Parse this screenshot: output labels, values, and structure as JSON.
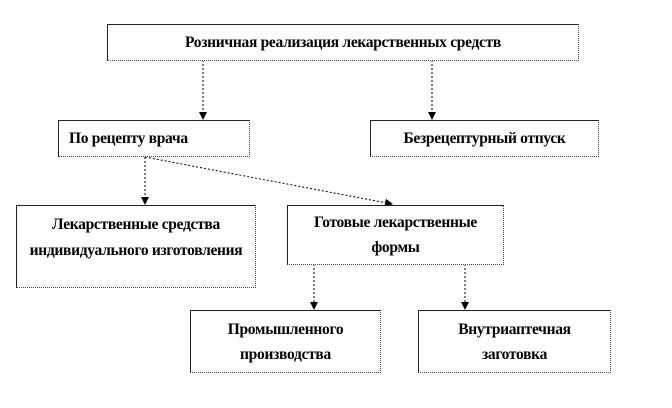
{
  "nodes": {
    "root": "Розничная реализация лекарственных средств",
    "prescription": "По рецепту врача",
    "otc": "Безрецептурный отпуск",
    "individual": "Лекарственные средства индивидуального изготовления",
    "ready": "Готовые лекарственные формы",
    "industrial": "Промышленного производства",
    "inpharmacy": "Внутриаптечная заготовка"
  },
  "edges": [
    [
      "root",
      "prescription"
    ],
    [
      "root",
      "otc"
    ],
    [
      "prescription",
      "individual"
    ],
    [
      "prescription",
      "ready"
    ],
    [
      "ready",
      "industrial"
    ],
    [
      "ready",
      "inpharmacy"
    ]
  ]
}
